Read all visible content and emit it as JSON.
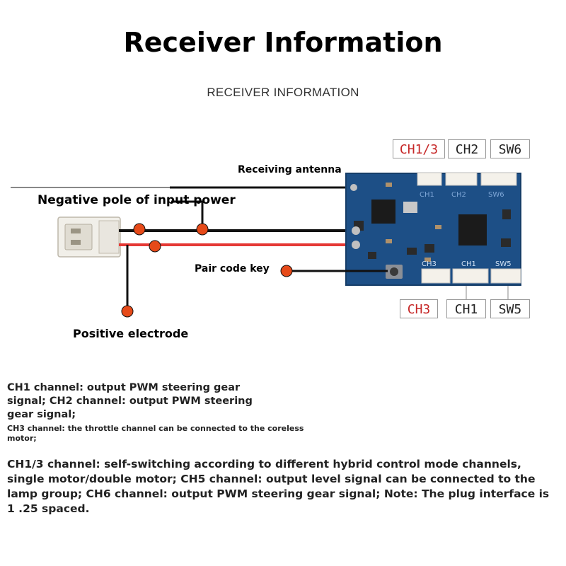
{
  "title": "Receiver Information",
  "subtitle": "RECEIVER INFORMATION",
  "labels": {
    "antenna": "Receiving antenna",
    "negative": "Negative pole of input power",
    "pair": "Pair code key",
    "positive": "Positive electrode"
  },
  "top_ports": [
    "CH1/3",
    "CH2",
    "SW6"
  ],
  "bottom_ports": [
    "CH3",
    "CH1",
    "SW5"
  ],
  "silkscreen": {
    "ch1": "CH1",
    "ch2": "CH2",
    "sw6": "SW6",
    "ch3": "CH3",
    "ch1b": "CH1",
    "sw5": "SW5"
  },
  "paragraphs": {
    "p1": "CH1 channel: output PWM steering gear signal; CH2 channel: output PWM steering gear signal;",
    "p2": "CH3 channel: the throttle channel can be connected to the coreless motor;",
    "p3": "CH1/3 channel: self-switching according to different hybrid control mode channels, single motor/double motor; CH5 channel: output level signal can be connected to the lamp group; CH6 channel: output PWM steering gear signal; Note: The plug interface is 1 .25 spaced."
  },
  "colors": {
    "board": "#1d4f86",
    "dot": "#e64a19",
    "wire_red": "#e53935",
    "wire_black": "#111111",
    "port_red_text": "#c62828"
  }
}
